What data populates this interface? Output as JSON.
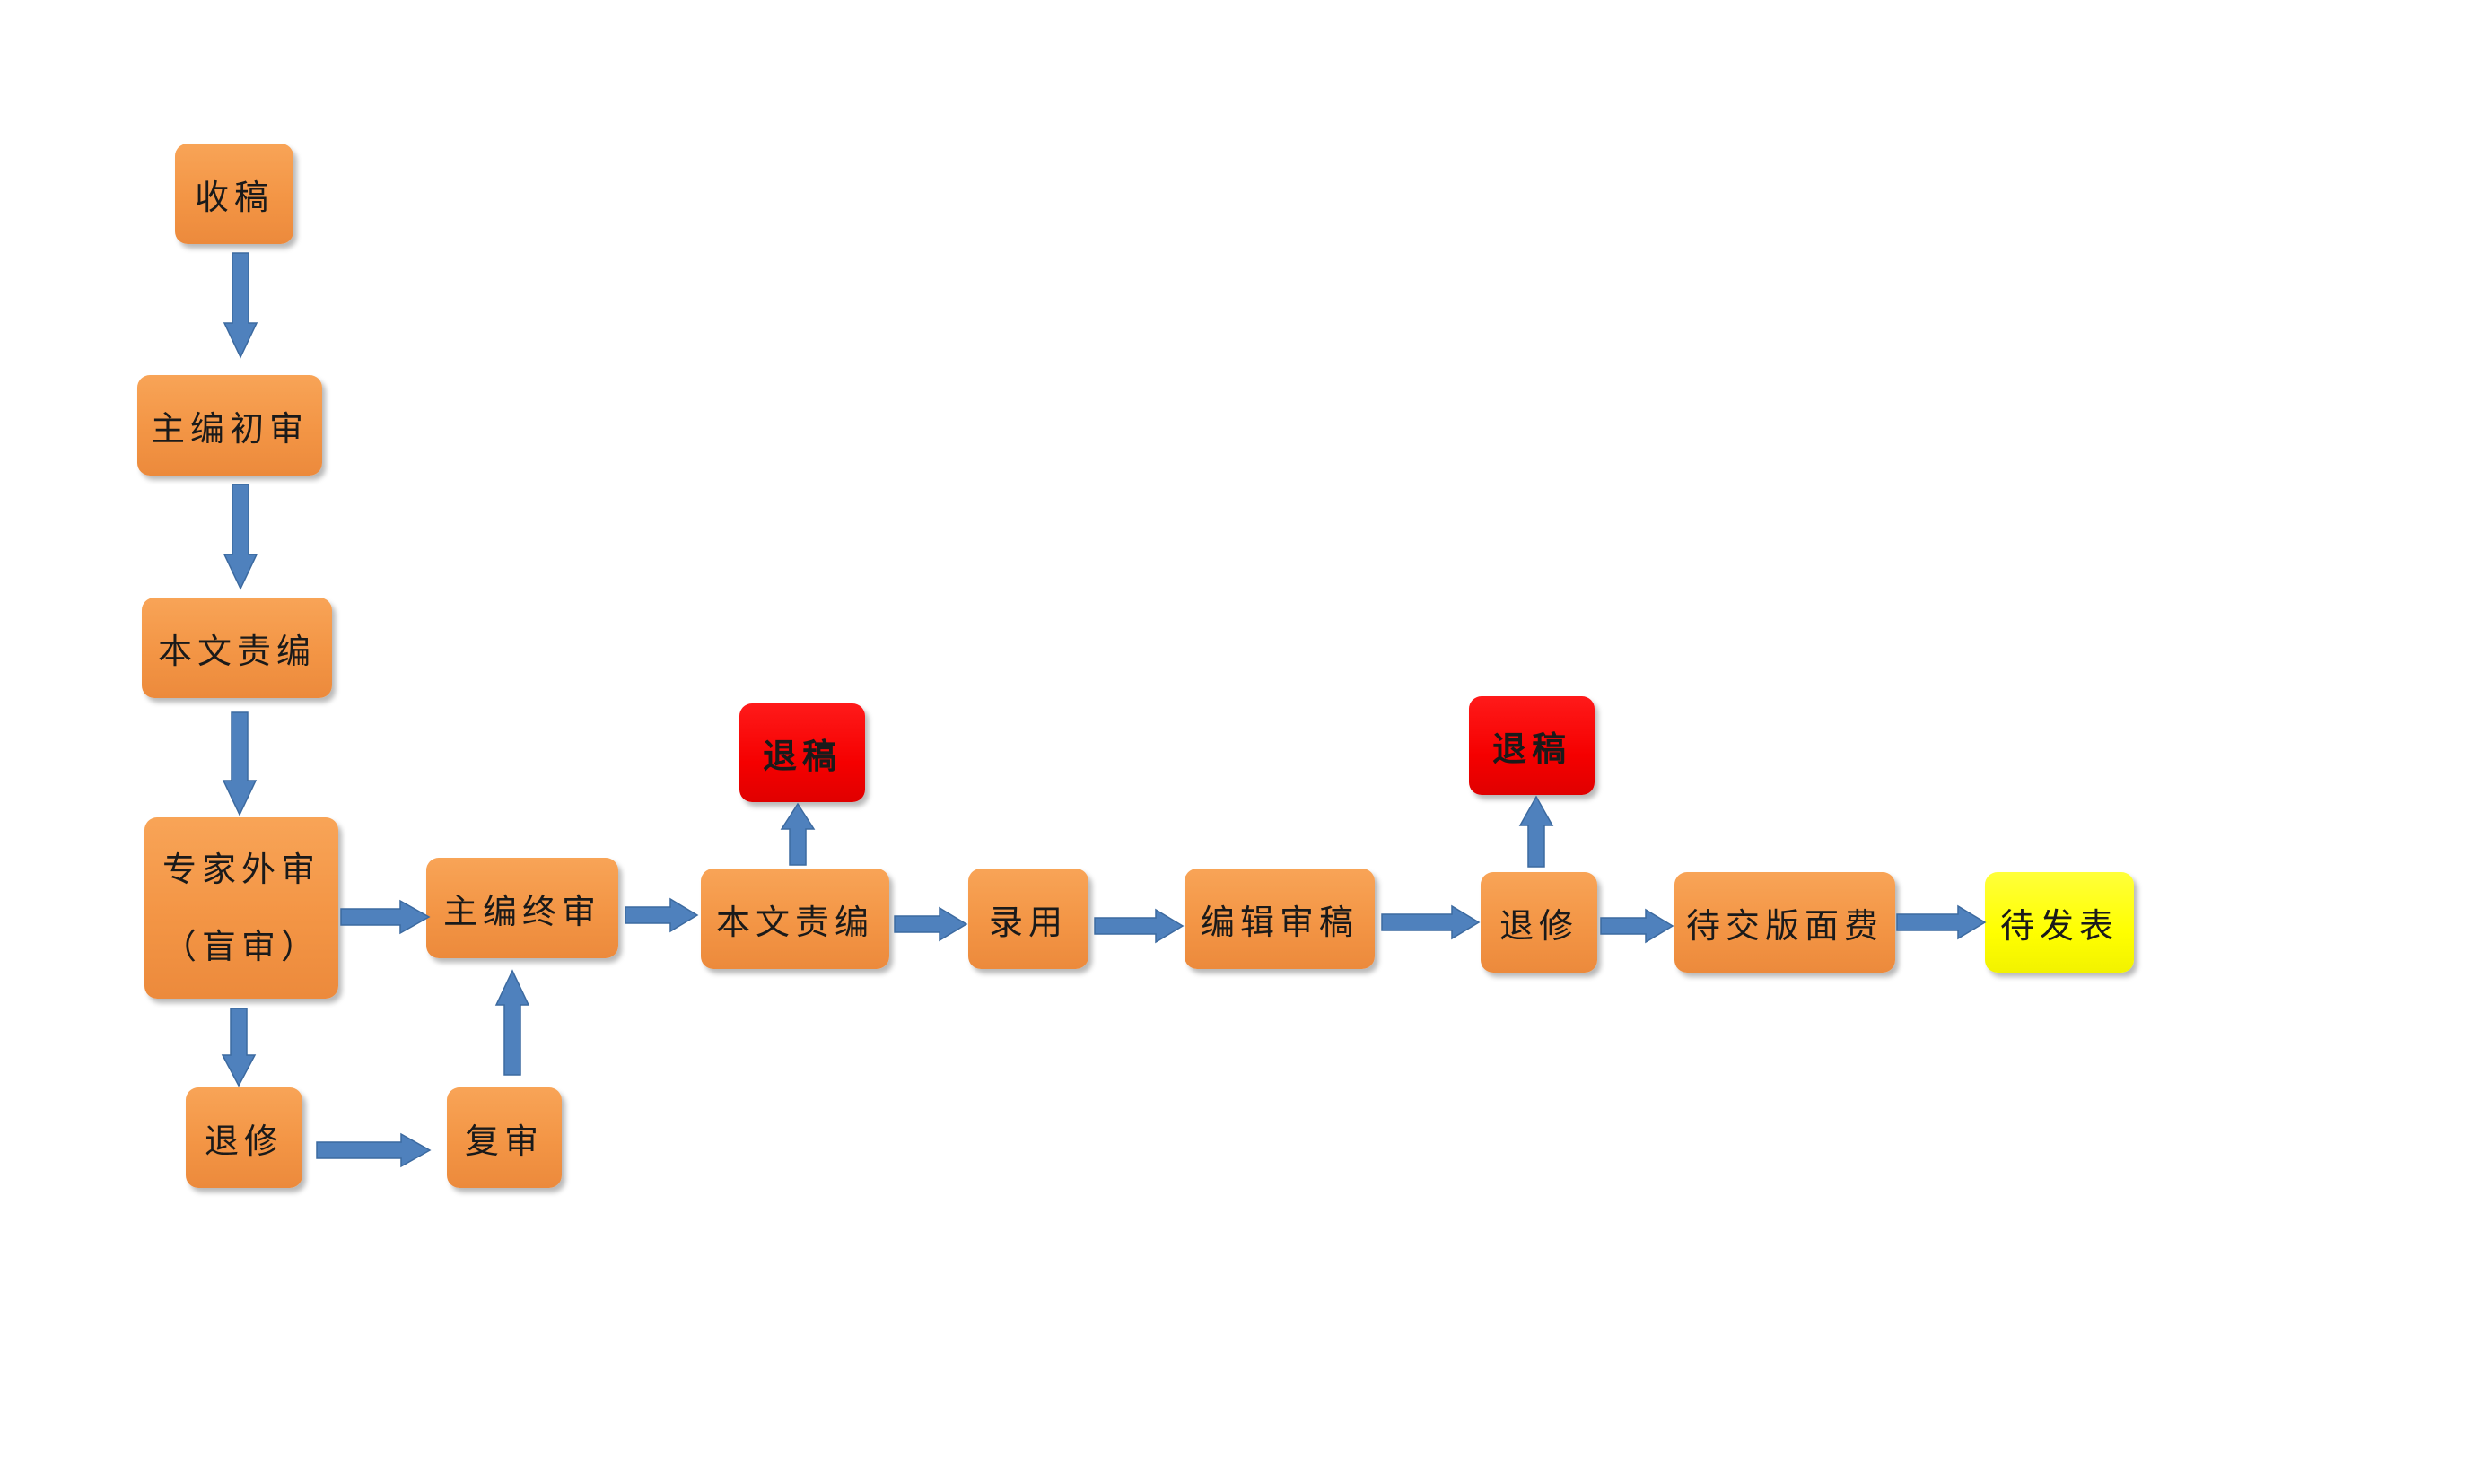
{
  "diagram": {
    "nodes": [
      {
        "id": "n1",
        "label": "收稿",
        "color": "orange"
      },
      {
        "id": "n2",
        "label": "主编初审",
        "color": "orange"
      },
      {
        "id": "n3",
        "label": "本文责编",
        "color": "orange"
      },
      {
        "id": "n4",
        "line1": "专家外审",
        "line2": "（盲审）",
        "color": "orange"
      },
      {
        "id": "n5",
        "label": "退修",
        "color": "orange"
      },
      {
        "id": "n6",
        "label": "复审",
        "color": "orange"
      },
      {
        "id": "n7",
        "label": "主编终审",
        "color": "orange"
      },
      {
        "id": "n8",
        "label": "本文责编",
        "color": "orange"
      },
      {
        "id": "n9",
        "label": "退稿",
        "color": "red"
      },
      {
        "id": "n10",
        "label": "录用",
        "color": "orange"
      },
      {
        "id": "n11",
        "label": "编辑审稿",
        "color": "orange"
      },
      {
        "id": "n12",
        "label": "退修",
        "color": "orange"
      },
      {
        "id": "n13",
        "label": "退稿",
        "color": "red"
      },
      {
        "id": "n14",
        "label": "待交版面费",
        "color": "orange"
      },
      {
        "id": "n15",
        "label": "待发表",
        "color": "yellow"
      }
    ],
    "edges": [
      {
        "from": "n1",
        "to": "n2"
      },
      {
        "from": "n2",
        "to": "n3"
      },
      {
        "from": "n3",
        "to": "n4"
      },
      {
        "from": "n4",
        "to": "n5"
      },
      {
        "from": "n5",
        "to": "n6"
      },
      {
        "from": "n6",
        "to": "n7"
      },
      {
        "from": "n4",
        "to": "n7"
      },
      {
        "from": "n7",
        "to": "n8"
      },
      {
        "from": "n8",
        "to": "n9"
      },
      {
        "from": "n8",
        "to": "n10"
      },
      {
        "from": "n10",
        "to": "n11"
      },
      {
        "from": "n11",
        "to": "n12"
      },
      {
        "from": "n12",
        "to": "n13"
      },
      {
        "from": "n12",
        "to": "n14"
      },
      {
        "from": "n14",
        "to": "n15"
      }
    ],
    "colors": {
      "orange": "#f39545",
      "red": "#f50000",
      "yellow": "#ffff00",
      "arrow": "#4f81bd"
    }
  }
}
